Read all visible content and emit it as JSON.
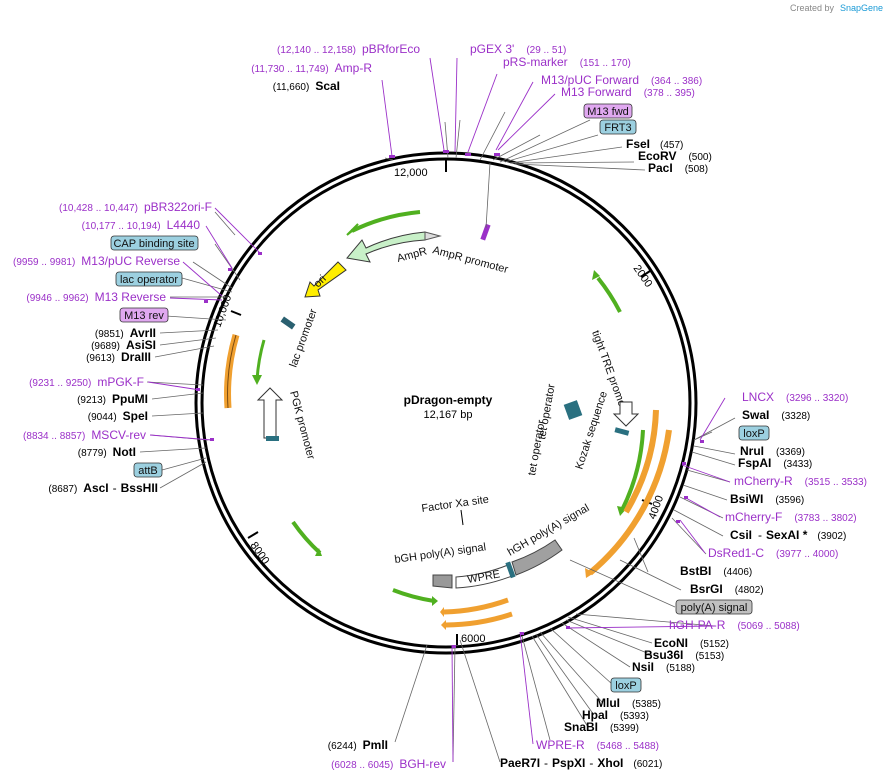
{
  "credit": {
    "prefix": "Created by",
    "brand": "SnapGene"
  },
  "plasmid": {
    "name": "pDragon-empty",
    "size": "12,167 bp"
  },
  "ticks": [
    "12,000",
    "2000",
    "4000",
    "6000",
    "8000",
    "10,000"
  ],
  "features": {
    "ampr": "AmpR",
    "ampr_promoter": "AmpR promoter",
    "ori": "ori",
    "lac_promoter": "lac promoter",
    "pgk_promoter": "PGK promoter",
    "tet_op1": "tet operator",
    "tet_op2": "tet operator",
    "tight_tre": "tight TRE promoter",
    "kozak": "Kozak sequence",
    "factor_xa": "Factor Xa site",
    "bgh": "bGH poly(A) signal",
    "wpre": "WPRE",
    "hgh": "hGH poly(A) signal"
  },
  "right_labels": [
    {
      "type": "primer",
      "name": "pGEX 3'",
      "pos": "(29 .. 51)"
    },
    {
      "type": "primer",
      "name": "pRS-marker",
      "pos": "(151 .. 170)"
    },
    {
      "type": "primer",
      "name": "M13/pUC Forward",
      "pos": "(364 .. 386)"
    },
    {
      "type": "primer",
      "name": "M13 Forward",
      "pos": "(378 .. 395)"
    },
    {
      "type": "box_pink",
      "name": "M13 fwd"
    },
    {
      "type": "box_blue",
      "name": "FRT3"
    },
    {
      "type": "enzyme",
      "name": "FseI",
      "pos": "(457)"
    },
    {
      "type": "enzyme",
      "name": "EcoRV",
      "pos": "(500)"
    },
    {
      "type": "enzyme",
      "name": "PacI",
      "pos": "(508)"
    },
    {
      "type": "primer",
      "name": "LNCX",
      "pos": "(3296 .. 3320)"
    },
    {
      "type": "enzyme",
      "name": "SwaI",
      "pos": "(3328)"
    },
    {
      "type": "box_blue",
      "name": "loxP"
    },
    {
      "type": "enzyme",
      "name": "NruI",
      "pos": "(3369)"
    },
    {
      "type": "enzyme",
      "name": "FspAI",
      "pos": "(3433)"
    },
    {
      "type": "primer",
      "name": "mCherry-R",
      "pos": "(3515 .. 3533)"
    },
    {
      "type": "enzyme",
      "name": "BsiWI",
      "pos": "(3596)"
    },
    {
      "type": "primer",
      "name": "mCherry-F",
      "pos": "(3783 .. 3802)"
    },
    {
      "type": "enzyme2",
      "name": "CsiI",
      "name2": "SexAI *",
      "pos": "(3902)"
    },
    {
      "type": "primer",
      "name": "DsRed1-C",
      "pos": "(3977 .. 4000)"
    },
    {
      "type": "enzyme",
      "name": "BstBI",
      "pos": "(4406)"
    },
    {
      "type": "enzyme",
      "name": "BsrGI",
      "pos": "(4802)"
    },
    {
      "type": "box_gray",
      "name": "poly(A) signal"
    },
    {
      "type": "primer",
      "name": "hGH-PA-R",
      "pos": "(5069 .. 5088)"
    },
    {
      "type": "enzyme",
      "name": "EcoNI",
      "pos": "(5152)"
    },
    {
      "type": "enzyme",
      "name": "Bsu36I",
      "pos": "(5153)"
    },
    {
      "type": "enzyme",
      "name": "NsiI",
      "pos": "(5188)"
    },
    {
      "type": "box_blue",
      "name": "loxP"
    },
    {
      "type": "enzyme",
      "name": "MluI",
      "pos": "(5385)"
    },
    {
      "type": "enzyme",
      "name": "HpaI",
      "pos": "(5393)"
    },
    {
      "type": "enzyme",
      "name": "SnaBI",
      "pos": "(5399)"
    },
    {
      "type": "primer",
      "name": "WPRE-R",
      "pos": "(5468 .. 5488)"
    },
    {
      "type": "enzyme3",
      "name": "PaeR7I",
      "name2": "PspXI",
      "name3": "XhoI",
      "pos": "(6021)"
    }
  ],
  "left_labels": [
    {
      "type": "primer",
      "name": "pBRforEco",
      "pos": "(12,140 .. 12,158)"
    },
    {
      "type": "primer",
      "name": "Amp-R",
      "pos": "(11,730 .. 11,749)"
    },
    {
      "type": "enzyme",
      "name": "ScaI",
      "pos": "(11,660)"
    },
    {
      "type": "primer",
      "name": "pBR322ori-F",
      "pos": "(10,428 .. 10,447)"
    },
    {
      "type": "primer",
      "name": "L4440",
      "pos": "(10,177 .. 10,194)"
    },
    {
      "type": "box_blue",
      "name": "CAP binding site"
    },
    {
      "type": "primer",
      "name": "M13/pUC Reverse",
      "pos": "(9959 .. 9981)"
    },
    {
      "type": "box_blue",
      "name": "lac operator"
    },
    {
      "type": "primer",
      "name": "M13 Reverse",
      "pos": "(9946 .. 9962)"
    },
    {
      "type": "box_pink",
      "name": "M13 rev"
    },
    {
      "type": "enzyme",
      "name": "AvrII",
      "pos": "(9851)"
    },
    {
      "type": "enzyme",
      "name": "AsiSI",
      "pos": "(9689)"
    },
    {
      "type": "enzyme",
      "name": "DraIII",
      "pos": "(9613)"
    },
    {
      "type": "primer",
      "name": "mPGK-F",
      "pos": "(9231 .. 9250)"
    },
    {
      "type": "enzyme",
      "name": "PpuMI",
      "pos": "(9213)"
    },
    {
      "type": "enzyme",
      "name": "SpeI",
      "pos": "(9044)"
    },
    {
      "type": "primer",
      "name": "MSCV-rev",
      "pos": "(8834 .. 8857)"
    },
    {
      "type": "enzyme",
      "name": "NotI",
      "pos": "(8779)"
    },
    {
      "type": "box_blue",
      "name": "attB"
    },
    {
      "type": "enzyme2",
      "name": "AscI",
      "name2": "BssHII",
      "pos": "(8687)"
    },
    {
      "type": "enzyme",
      "name": "PmlI",
      "pos": "(6244)"
    },
    {
      "type": "primer",
      "name": "BGH-rev",
      "pos": "(6028 .. 6045)"
    }
  ],
  "colors": {
    "primer": "#9b30c8",
    "ampr": "#c8f0c8",
    "ori": "#ffee00",
    "orange": "#f0a030",
    "green": "#50b020",
    "loxp_box": "#9cd0e0",
    "pink_box": "#e0a8f0",
    "gray_box": "#c0c0c0"
  }
}
